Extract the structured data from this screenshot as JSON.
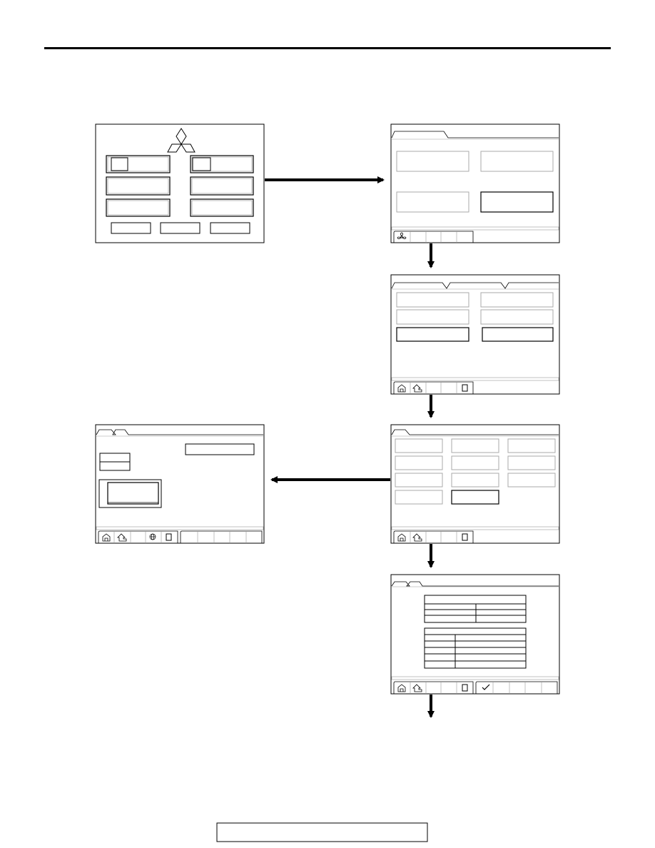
{
  "page": {
    "footer_text": ""
  },
  "screens": {
    "start": {
      "name": "start-screen",
      "menu_buttons": 6,
      "bottom_buttons": 3
    },
    "system_select": {
      "name": "system-select-screen",
      "buttons": 4
    },
    "sub_menu": {
      "name": "sub-menu-screen",
      "buttons": 6
    },
    "function_menu": {
      "name": "function-menu-screen",
      "buttons": 11
    },
    "detail": {
      "name": "detail-screen"
    },
    "data_table": {
      "name": "data-table-screen",
      "table1_rows": 3,
      "table2_rows": 6
    }
  },
  "colors": {
    "line": "#000000",
    "button_border": "#b0b0b0",
    "rule": "#000000",
    "background": "#ffffff"
  },
  "icons": [
    "house-icon",
    "up-arrow-icon",
    "fan-icon",
    "print-icon",
    "check-icon",
    "globe-icon",
    "mitsubishi-logo"
  ]
}
